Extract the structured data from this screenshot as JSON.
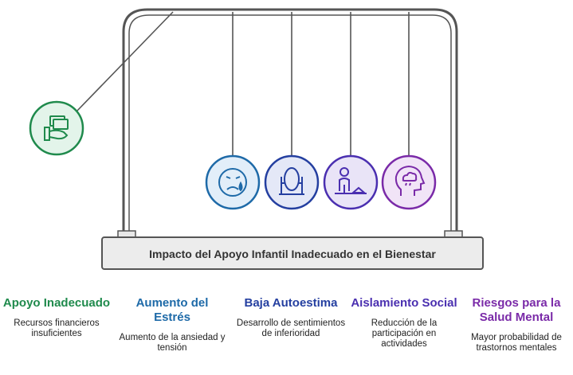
{
  "colors": {
    "green": "#1f8a4c",
    "blue": "#1e6aa8",
    "navy": "#243fa0",
    "indigo": "#4a2fb0",
    "purple": "#7a2aa8",
    "frame": "#555555"
  },
  "base": {
    "title": "Impacto del Apoyo Infantil Inadecuado en el Bienestar"
  },
  "items": [
    {
      "title": "Apoyo Inadecuado",
      "desc": "Recursos financieros insuficientes",
      "icon": "money-hand-icon",
      "color": "#1f8a4c"
    },
    {
      "title": "Aumento del Estrés",
      "desc": "Aumento de la ansiedad y tensión",
      "icon": "sad-face-icon",
      "color": "#1e6aa8"
    },
    {
      "title": "Baja Autoestima",
      "desc": "Desarrollo de sentimientos de inferioridad",
      "icon": "mirror-icon",
      "color": "#243fa0"
    },
    {
      "title": "Aislamiento Social",
      "desc": "Reducción de la participación en actividades",
      "icon": "isolated-person-icon",
      "color": "#4a2fb0"
    },
    {
      "title": "Riesgos para la Salud Mental",
      "desc": "Mayor probabilidad de trastornos mentales",
      "icon": "head-cloud-icon",
      "color": "#7a2aa8"
    }
  ]
}
